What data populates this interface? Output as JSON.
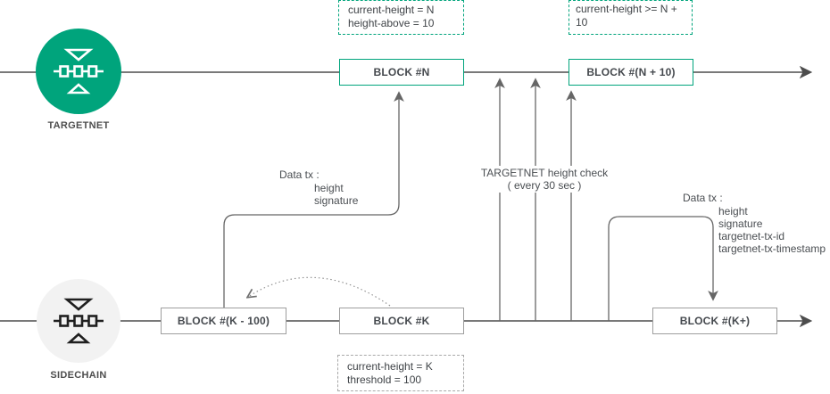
{
  "diagram": {
    "targetnet": {
      "label": "TARGETNET",
      "blocks": [
        {
          "label": "BLOCK #N"
        },
        {
          "label": "BLOCK #(N + 10)"
        }
      ],
      "annotations": [
        {
          "lines": [
            "current-height = N",
            "height-above = 10"
          ]
        },
        {
          "lines": [
            "current-height >= N + 10"
          ]
        }
      ]
    },
    "sidechain": {
      "label": "SIDECHAIN",
      "blocks": [
        {
          "label": "BLOCK #(K - 100)"
        },
        {
          "label": "BLOCK #K"
        },
        {
          "label": "BLOCK #(K+)"
        }
      ],
      "annotation": {
        "lines": [
          "current-height = K",
          "threshold = 100"
        ]
      }
    },
    "height_check": {
      "line1": "TARGETNET height check",
      "line2": "( every 30 sec )"
    },
    "data_tx_left": {
      "title": "Data tx :",
      "fields": [
        "height",
        "signature"
      ]
    },
    "data_tx_right": {
      "title": "Data tx :",
      "fields": [
        "height",
        "signature",
        "targetnet-tx-id",
        "targetnet-tx-timestamp"
      ]
    },
    "colors": {
      "teal": "#00A47C",
      "line_dark": "#4D4D4D",
      "line_gray": "#8c8c8c",
      "sidechain_fill": "#F2F2F2"
    }
  }
}
